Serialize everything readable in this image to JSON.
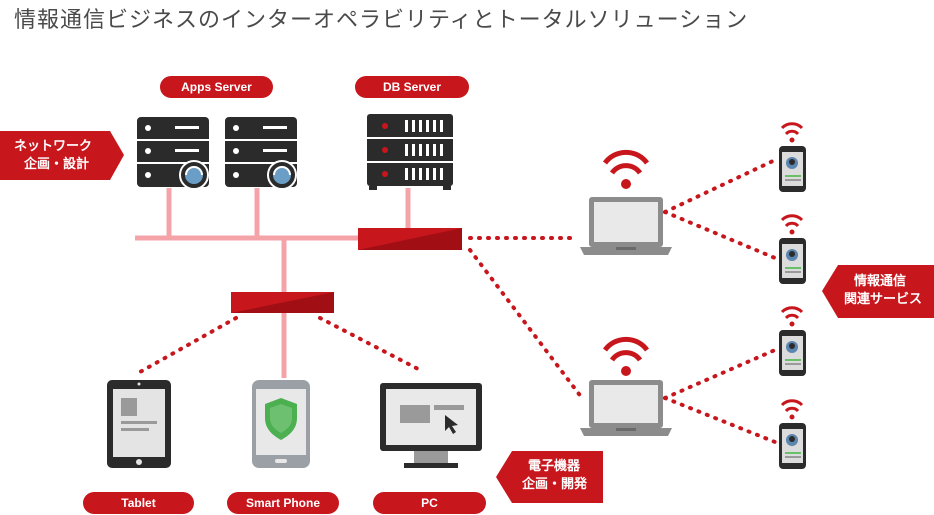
{
  "title": "情報通信ビジネスのインターオペラビリティとトータルソリューション",
  "servers": {
    "apps_label": "Apps Server",
    "db_label": "DB Server"
  },
  "devices": {
    "tablet_label": "Tablet",
    "smartphone_label": "Smart Phone",
    "pc_label": "PC"
  },
  "callouts": {
    "network": [
      "ネットワーク",
      "企画・設計"
    ],
    "ict_services": [
      "情報通信",
      "関連サービス"
    ],
    "electronics": [
      "電子機器",
      "企画・開発"
    ]
  },
  "colors": {
    "brand_red": "#c8161d",
    "link_pink": "#f4a3a8",
    "device_dark": "#2b2b2b",
    "laptop_gray": "#8c8c8c"
  }
}
